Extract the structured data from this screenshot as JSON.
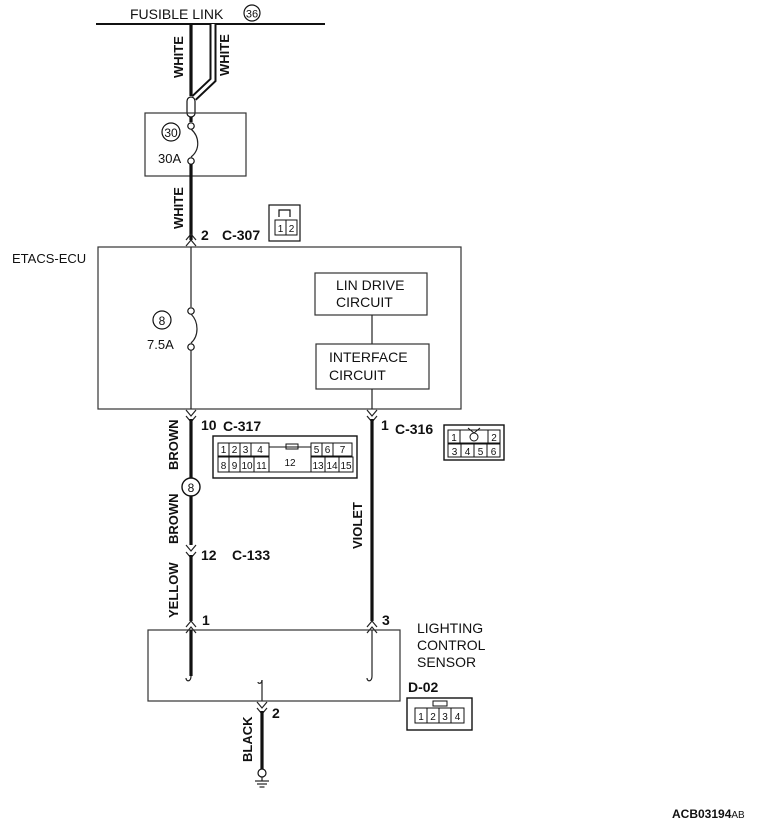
{
  "top": {
    "fusible_link_label": "FUSIBLE LINK",
    "fusible_link_number": "36"
  },
  "wires": {
    "w1": "WHITE",
    "w2": "WHITE",
    "w3": "WHITE",
    "w4": "BROWN",
    "w5": "BROWN",
    "w6": "YELLOW",
    "w7": "VIOLET",
    "w8": "BLACK"
  },
  "fuse1": {
    "number": "30",
    "rating": "30A"
  },
  "fuse2": {
    "number": "8",
    "rating": "7.5A"
  },
  "junction": {
    "number": "8"
  },
  "ecu": {
    "label": "ETACS-ECU",
    "lin_line1": "LIN DRIVE",
    "lin_line2": "CIRCUIT",
    "if_line1": "INTERFACE",
    "if_line2": "CIRCUIT"
  },
  "connectors": {
    "c307": {
      "pin": "2",
      "name": "C-307",
      "cells": [
        "1",
        "2"
      ]
    },
    "c317": {
      "pin": "10",
      "name": "C-317",
      "row1": [
        "1",
        "2",
        "3",
        "4",
        "",
        "5",
        "6",
        "7"
      ],
      "row2": [
        "8",
        "9",
        "10",
        "11",
        "12",
        "13",
        "14",
        "15"
      ]
    },
    "c316": {
      "pin": "1",
      "name": "C-316",
      "row1": [
        "1",
        "",
        "2"
      ],
      "row2": [
        "3",
        "4",
        "5",
        "6"
      ]
    },
    "c133": {
      "pin": "12",
      "name": "C-133"
    },
    "d02": {
      "name": "D-02",
      "cells": [
        "1",
        "2",
        "3",
        "4"
      ]
    }
  },
  "sensor": {
    "line1": "LIGHTING",
    "line2": "CONTROL",
    "line3": "SENSOR",
    "pin_left": "1",
    "pin_right": "3",
    "pin_ground": "2"
  },
  "footer": {
    "code_main": "ACB03194",
    "code_suffix": "AB"
  }
}
